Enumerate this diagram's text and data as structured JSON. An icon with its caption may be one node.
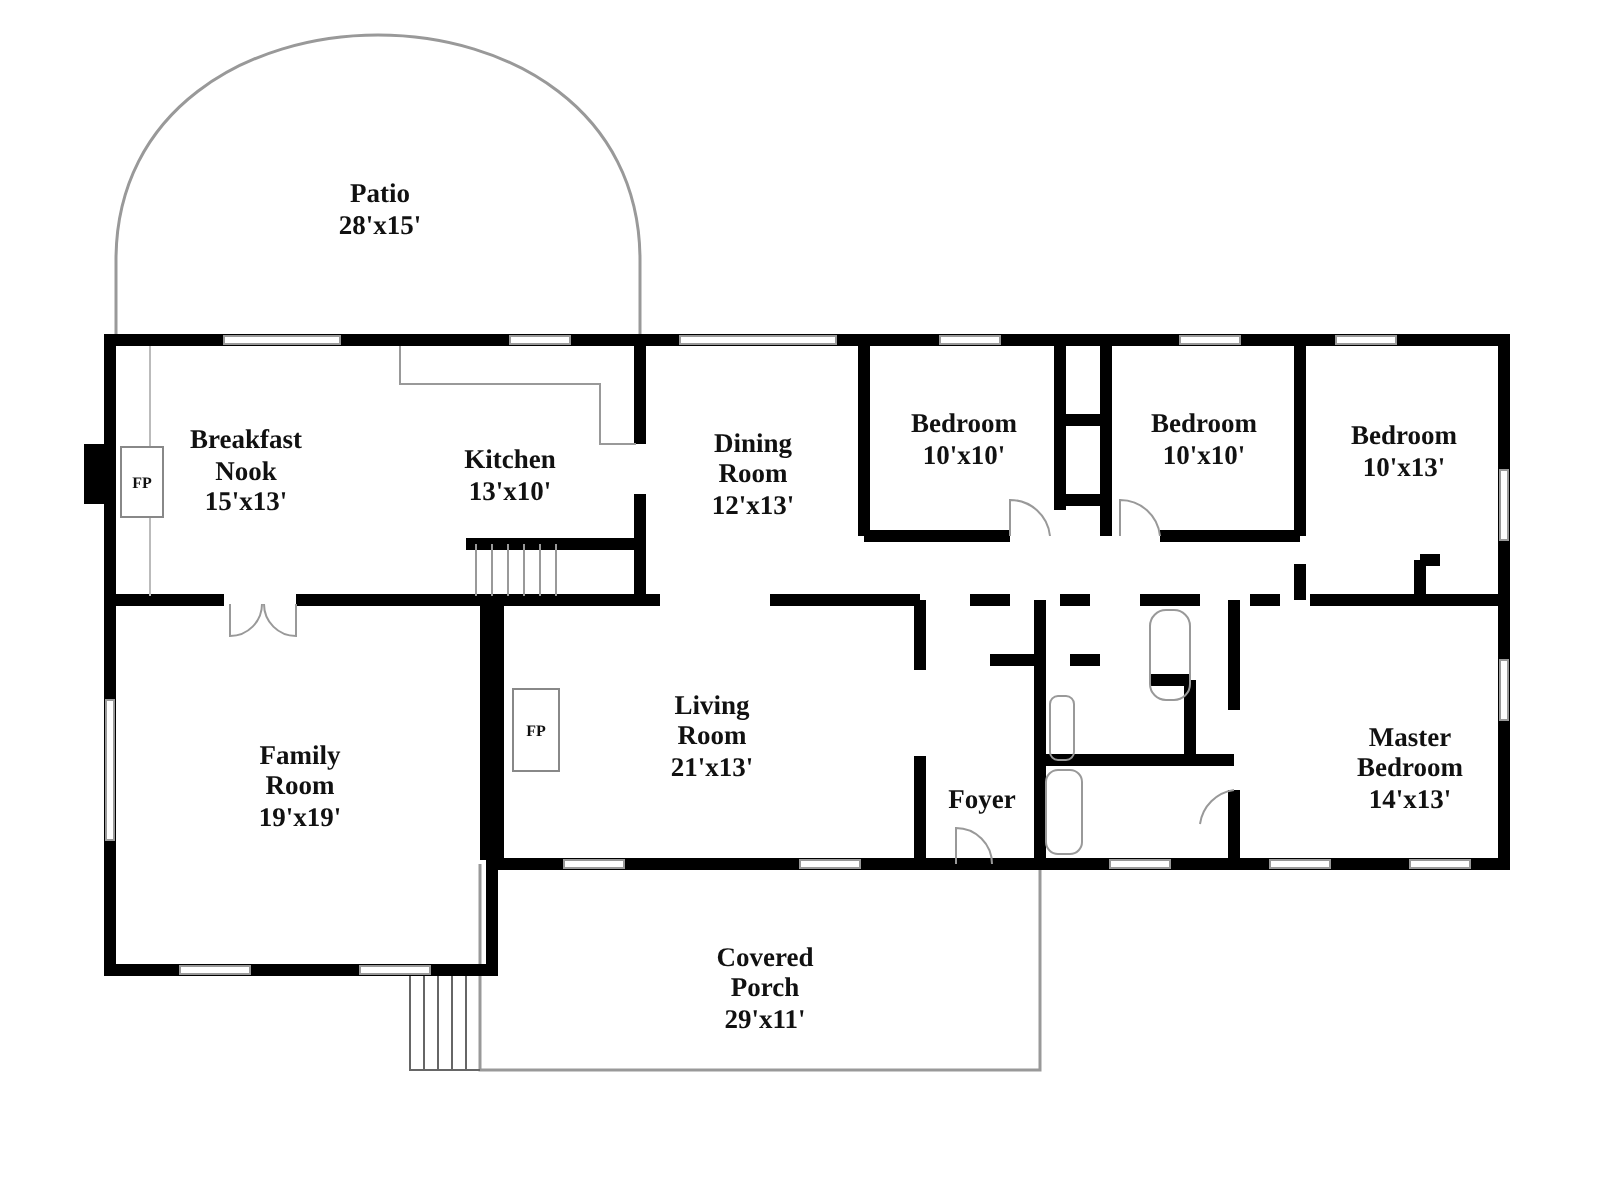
{
  "diagram": {
    "nodes": [
      {
        "text": [
          "Patio",
          "28'x15'"
        ]
      },
      {
        "text": [
          "Breakfast Nook",
          "15'x13'"
        ]
      },
      {
        "text": [
          "FP"
        ],
        "in": 1
      },
      {
        "text": [
          "Kitchen",
          "13'x10'"
        ]
      },
      {
        "text": [
          "Dining Room",
          "12'x13'"
        ]
      },
      {
        "text": [
          "Bedroom",
          "10'x10'"
        ]
      },
      {
        "text": [
          "Bedroom",
          "10'x10'"
        ]
      },
      {
        "text": [
          "Bedroom",
          "10'x13'"
        ]
      },
      {
        "text": [
          "Family Room",
          "19'x19'"
        ]
      },
      {
        "text": [
          "Living Room",
          "21'x13'"
        ]
      },
      {
        "text": [
          "FP"
        ],
        "in": 9
      },
      {
        "text": [
          "Foyer"
        ]
      },
      {
        "text": [
          "Master Bedroom",
          "14'x13'"
        ]
      },
      {
        "text": [
          "Covered Porch",
          "29'x11'"
        ]
      }
    ]
  }
}
